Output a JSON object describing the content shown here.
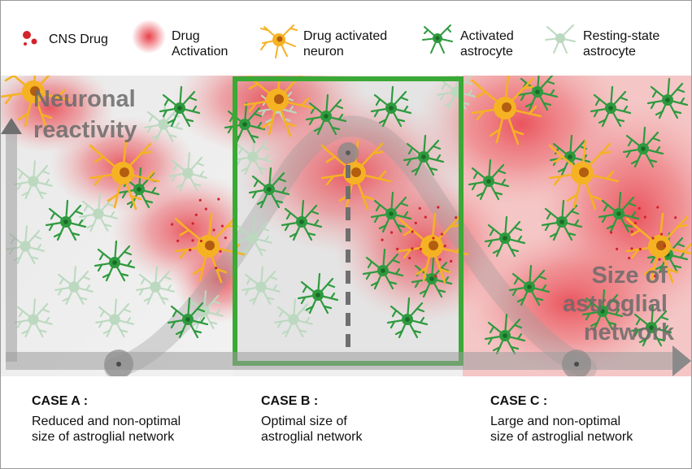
{
  "legend": [
    {
      "label": "CNS Drug",
      "icon": "drug-dots-icon"
    },
    {
      "label": "Drug\nActivation",
      "icon": "activation-glow-icon"
    },
    {
      "label": "Drug activated\nneuron",
      "icon": "neuron-icon"
    },
    {
      "label": "Activated\nastrocyte",
      "icon": "activated-astrocyte-icon"
    },
    {
      "label": "Resting-state\nastrocyte",
      "icon": "resting-astrocyte-icon"
    }
  ],
  "axes": {
    "y_label": "Neuronal\nreactivity",
    "x_label": "Size of\nastroglial\nnetwork"
  },
  "cases": [
    {
      "title": "CASE A :",
      "description": "Reduced and non-optimal\nsize of astroglial network"
    },
    {
      "title": "CASE B :",
      "description": "Optimal size of\nastroglial network"
    },
    {
      "title": "CASE C :",
      "description": "Large and non-optimal\nsize of astroglial network"
    }
  ],
  "colors": {
    "neuron": "#f5b223",
    "activated_astrocyte": "#2e9a3e",
    "resting_astrocyte": "#bcd9c0",
    "activation": "#e8404a",
    "drug": "#d4232c",
    "highlight_box": "#3aa935",
    "axis": "#8a8a8a"
  }
}
